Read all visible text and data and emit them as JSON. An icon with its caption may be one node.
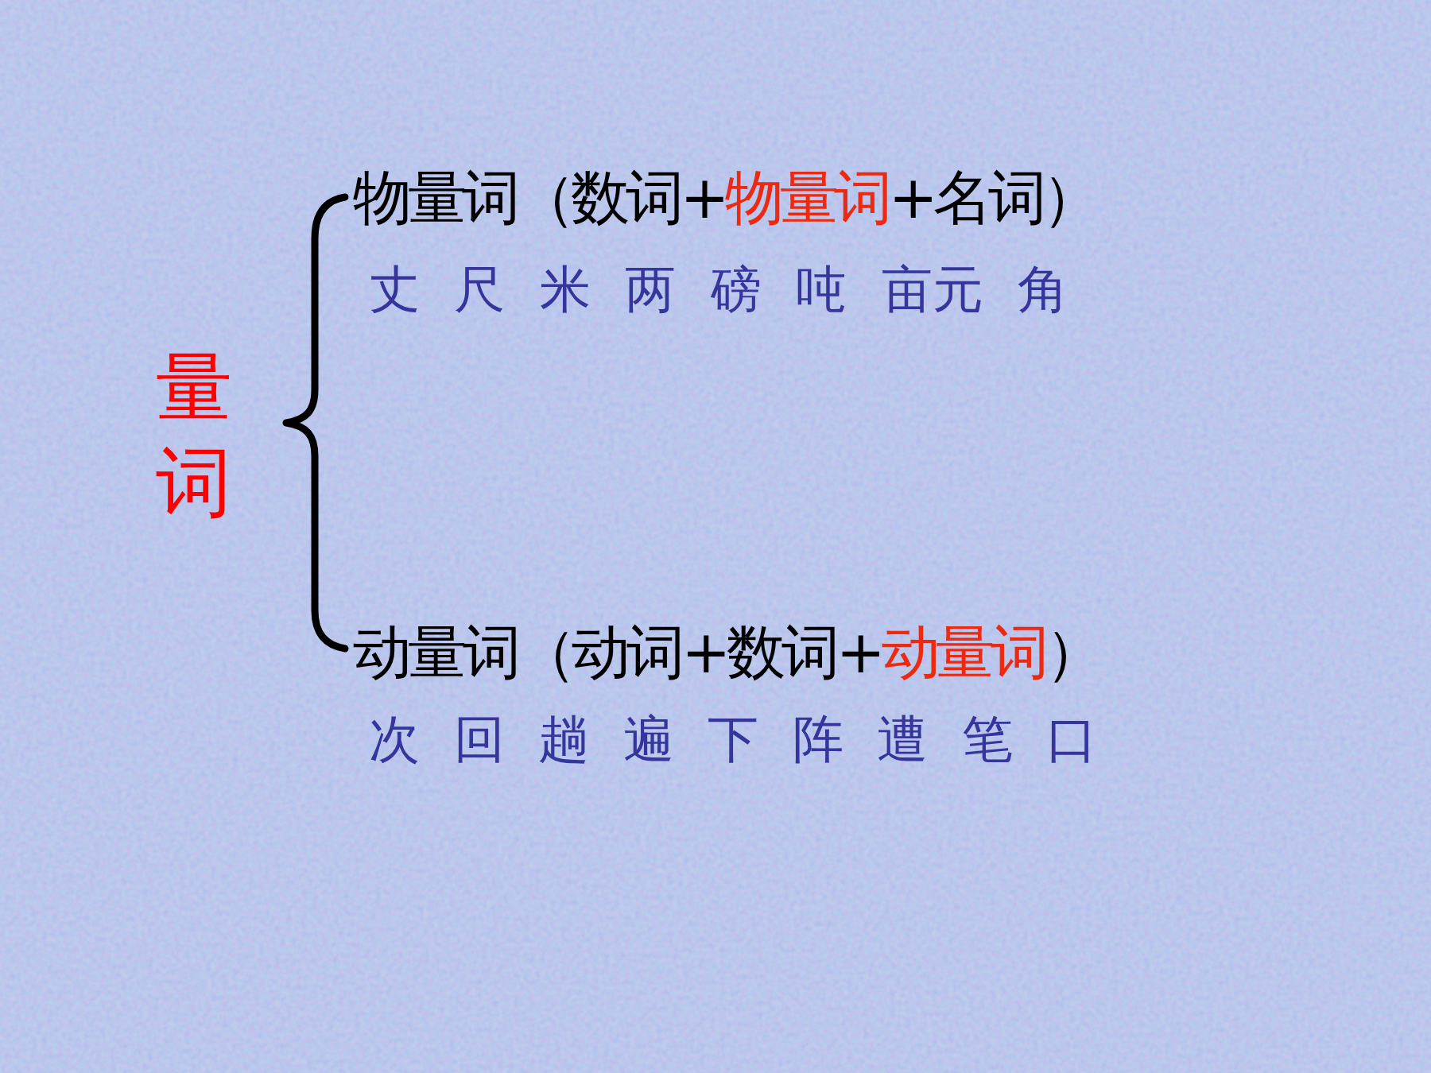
{
  "diagram": {
    "labels": [
      "量词",
      "物量词（数词+",
      "物量词",
      "+名词）",
      "丈 尺 米 两 磅 吨 亩元 角",
      "动量词（动词+数词+",
      "动量词",
      "）",
      "次 回 趟 遍 下 阵 遭 笔 口"
    ]
  }
}
